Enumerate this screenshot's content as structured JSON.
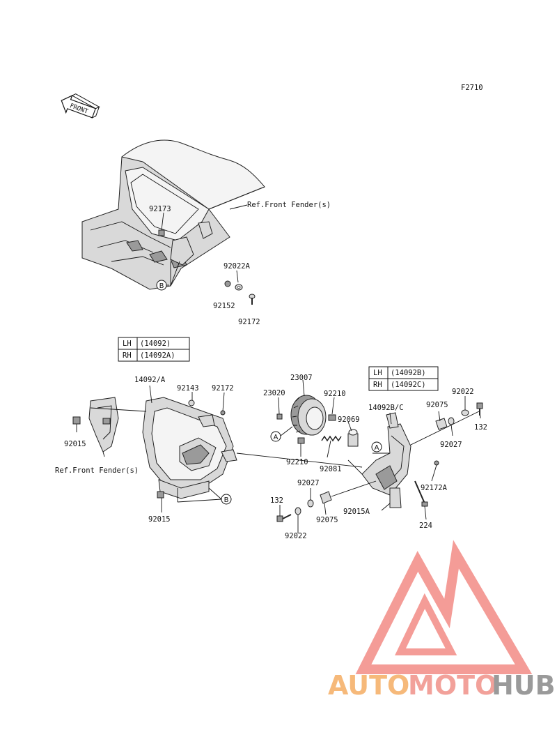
{
  "figure_code": "F2710",
  "front_arrow_label": "FRONT",
  "reference_texts": {
    "front_fender_top": "Ref.Front Fender(s)",
    "front_fender_left": "Ref.Front Fender(s)"
  },
  "callouts": {
    "A": "A",
    "B": "B"
  },
  "part_numbers": {
    "p92173": "92173",
    "p92022A": "92022A",
    "p92152": "92152",
    "p92172_top": "92172",
    "p14092A": "14092/A",
    "p92143": "92143",
    "p92172_mid": "92172",
    "p92015_left": "92015",
    "p92015_bottom": "92015",
    "p23007": "23007",
    "p23020": "23020",
    "p92210_top": "92210",
    "p92069": "92069",
    "p92210_bottom": "92210",
    "p92081": "92081",
    "p14092BC": "14092B/C",
    "p92075_right": "92075",
    "p92022_right": "92022",
    "p132_right": "132",
    "p92027_right": "92027",
    "p92172A": "92172A",
    "p92027_bottom": "92027",
    "p92075_bottom": "92075",
    "p132_bottom": "132",
    "p92022_bottom": "92022",
    "p92015A": "92015A",
    "p224": "224"
  },
  "table_left": {
    "rows": [
      {
        "side": "LH",
        "part": "(14092)"
      },
      {
        "side": "RH",
        "part": "(14092A)"
      }
    ]
  },
  "table_right": {
    "rows": [
      {
        "side": "LH",
        "part": "(14092B)"
      },
      {
        "side": "RH",
        "part": "(14092C)"
      }
    ]
  },
  "watermark": {
    "part1": "AUTO",
    "part2": "MOTO",
    "part3": "HUB",
    "color_auto": "#f6b97a",
    "color_moto": "#f2a19a",
    "color_hub": "#9a9a9a",
    "logo_color": "#f28b85"
  }
}
